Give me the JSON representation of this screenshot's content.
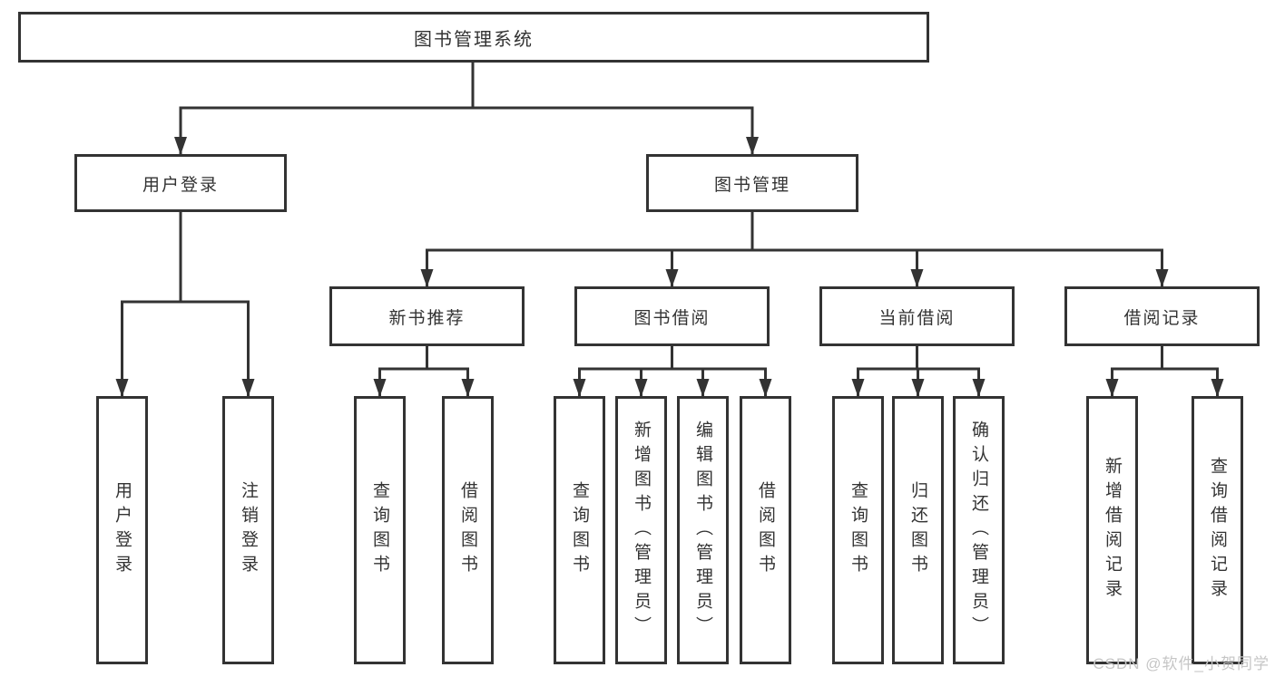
{
  "diagram": {
    "root": {
      "label": "图书管理系统"
    },
    "level2": [
      {
        "id": "user-login",
        "label": "用户登录"
      },
      {
        "id": "book-management",
        "label": "图书管理"
      }
    ],
    "level3": [
      {
        "id": "new-book-recommend",
        "parent": "book-management",
        "label": "新书推荐"
      },
      {
        "id": "book-borrow",
        "parent": "book-management",
        "label": "图书借阅"
      },
      {
        "id": "current-borrow",
        "parent": "book-management",
        "label": "当前借阅"
      },
      {
        "id": "borrow-record",
        "parent": "book-management",
        "label": "借阅记录"
      }
    ],
    "leaves": [
      {
        "id": "leaf-user-login",
        "parent": "user-login",
        "label": "用户登录"
      },
      {
        "id": "leaf-logout",
        "parent": "user-login",
        "label": "注销登录"
      },
      {
        "id": "leaf-query-books-1",
        "parent": "new-book-recommend",
        "label": "查询图书"
      },
      {
        "id": "leaf-borrow-books-1",
        "parent": "new-book-recommend",
        "label": "借阅图书"
      },
      {
        "id": "leaf-query-books-2",
        "parent": "book-borrow",
        "label": "查询图书"
      },
      {
        "id": "leaf-add-books-admin",
        "parent": "book-borrow",
        "label": "新增图书（管理员）"
      },
      {
        "id": "leaf-edit-books-admin",
        "parent": "book-borrow",
        "label": "编辑图书（管理员）"
      },
      {
        "id": "leaf-borrow-books-2",
        "parent": "book-borrow",
        "label": "借阅图书"
      },
      {
        "id": "leaf-query-books-3",
        "parent": "current-borrow",
        "label": "查询图书"
      },
      {
        "id": "leaf-return-books",
        "parent": "current-borrow",
        "label": "归还图书"
      },
      {
        "id": "leaf-confirm-return-admin",
        "parent": "current-borrow",
        "label": "确认归还（管理员）"
      },
      {
        "id": "leaf-add-borrow-record",
        "parent": "borrow-record",
        "label": "新增借阅记录"
      },
      {
        "id": "leaf-query-borrow-record",
        "parent": "borrow-record",
        "label": "查询借阅记录"
      }
    ],
    "watermark": "CSDN @软件_小贺同学",
    "colors": {
      "line": "#333333",
      "text": "#333333",
      "background": "#ffffff",
      "watermark": "#c6c6c6"
    }
  }
}
